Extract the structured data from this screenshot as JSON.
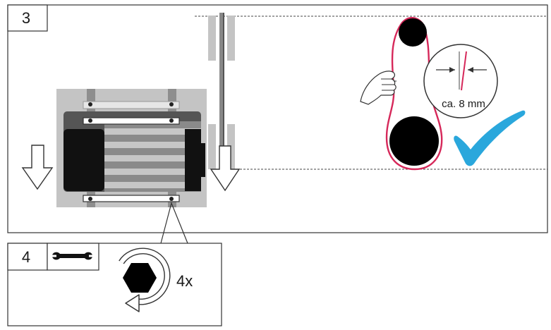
{
  "steps": [
    {
      "number": "3"
    },
    {
      "number": "4"
    }
  ],
  "tension_callout": {
    "text": "ca. 8 mm"
  },
  "bolt_callout": {
    "count_text": "4x"
  },
  "icons": {
    "step4_tool": "wrench-icon",
    "bolt": "hex-bolt-icon",
    "rotation": "counterclockwise-arrow-icon",
    "check": "checkmark-icon",
    "hand": "hand-icon"
  },
  "colors": {
    "belt": "#d6285a",
    "check": "#2aa7dc",
    "motor_body": "#111111",
    "plate": "#c4c4c4"
  }
}
